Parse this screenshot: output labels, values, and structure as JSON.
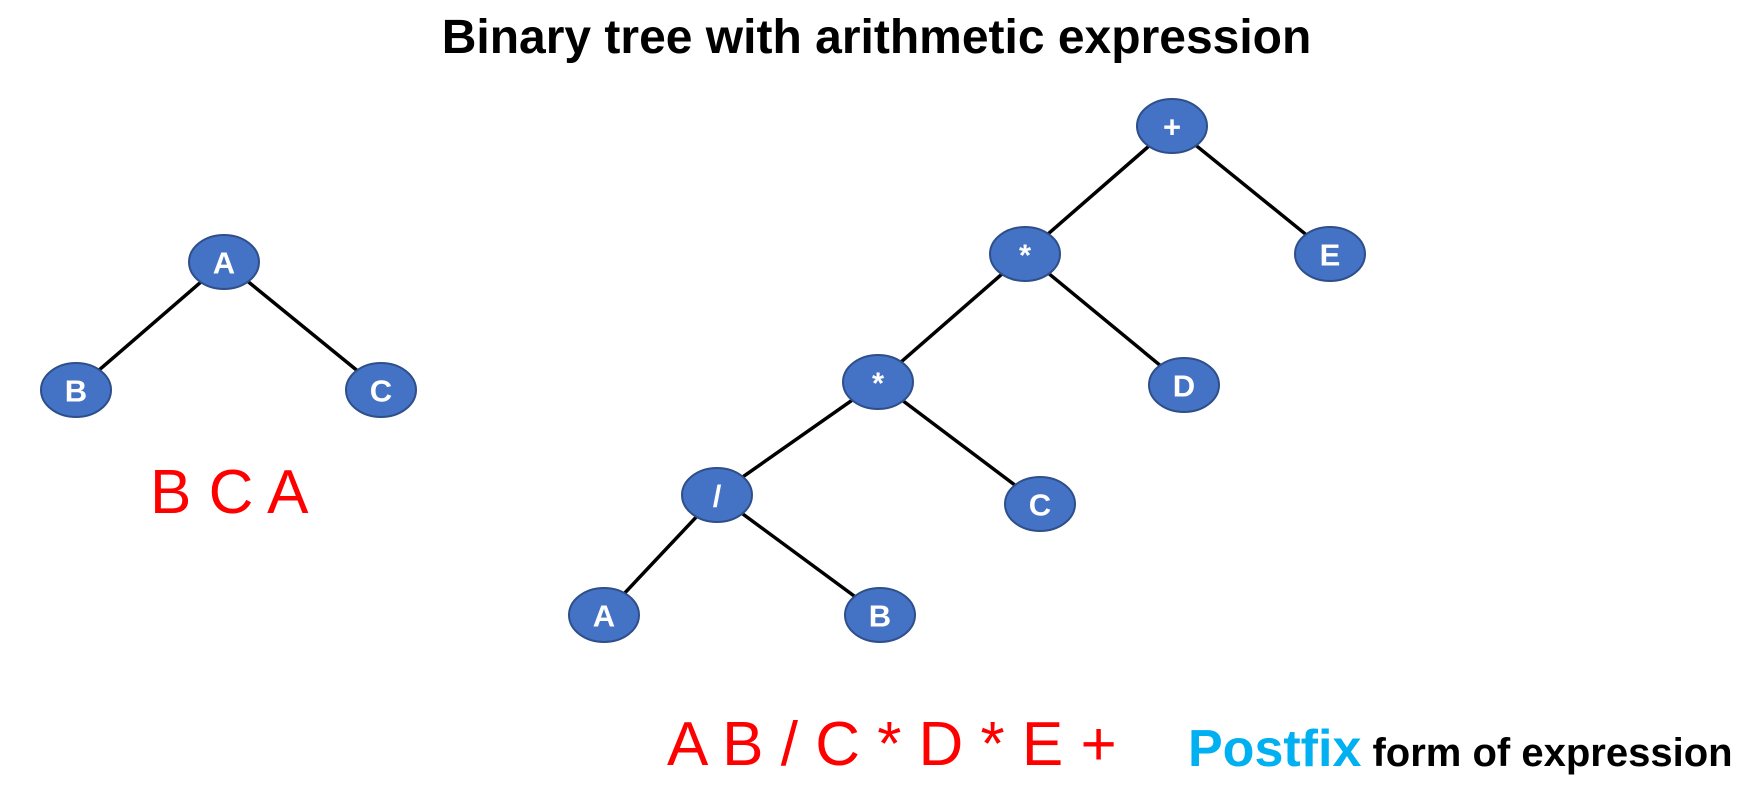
{
  "title": "Binary tree with arithmetic expression",
  "colors": {
    "node_fill": "#4472c4",
    "node_text": "#ffffff",
    "edge": "#000000",
    "traversal_text": "#ff0000",
    "postfix_keyword": "#00b0f0"
  },
  "small_tree": {
    "root": {
      "label": "A"
    },
    "left": {
      "label": "B"
    },
    "right": {
      "label": "C"
    },
    "postfix_output": "B C A"
  },
  "expression_tree": {
    "nodes": [
      {
        "id": "plus",
        "label": "+"
      },
      {
        "id": "mul1",
        "label": "*"
      },
      {
        "id": "e",
        "label": "E"
      },
      {
        "id": "mul2",
        "label": "*"
      },
      {
        "id": "d",
        "label": "D"
      },
      {
        "id": "div",
        "label": "/"
      },
      {
        "id": "c",
        "label": "C"
      },
      {
        "id": "a",
        "label": "A"
      },
      {
        "id": "b",
        "label": "B"
      }
    ],
    "edges": [
      [
        "plus",
        "mul1"
      ],
      [
        "plus",
        "e"
      ],
      [
        "mul1",
        "mul2"
      ],
      [
        "mul1",
        "d"
      ],
      [
        "mul2",
        "div"
      ],
      [
        "mul2",
        "c"
      ],
      [
        "div",
        "a"
      ],
      [
        "div",
        "b"
      ]
    ],
    "postfix_output": "A B / C * D * E +"
  },
  "caption": {
    "keyword": "Postfix",
    "rest": " form of expression"
  }
}
